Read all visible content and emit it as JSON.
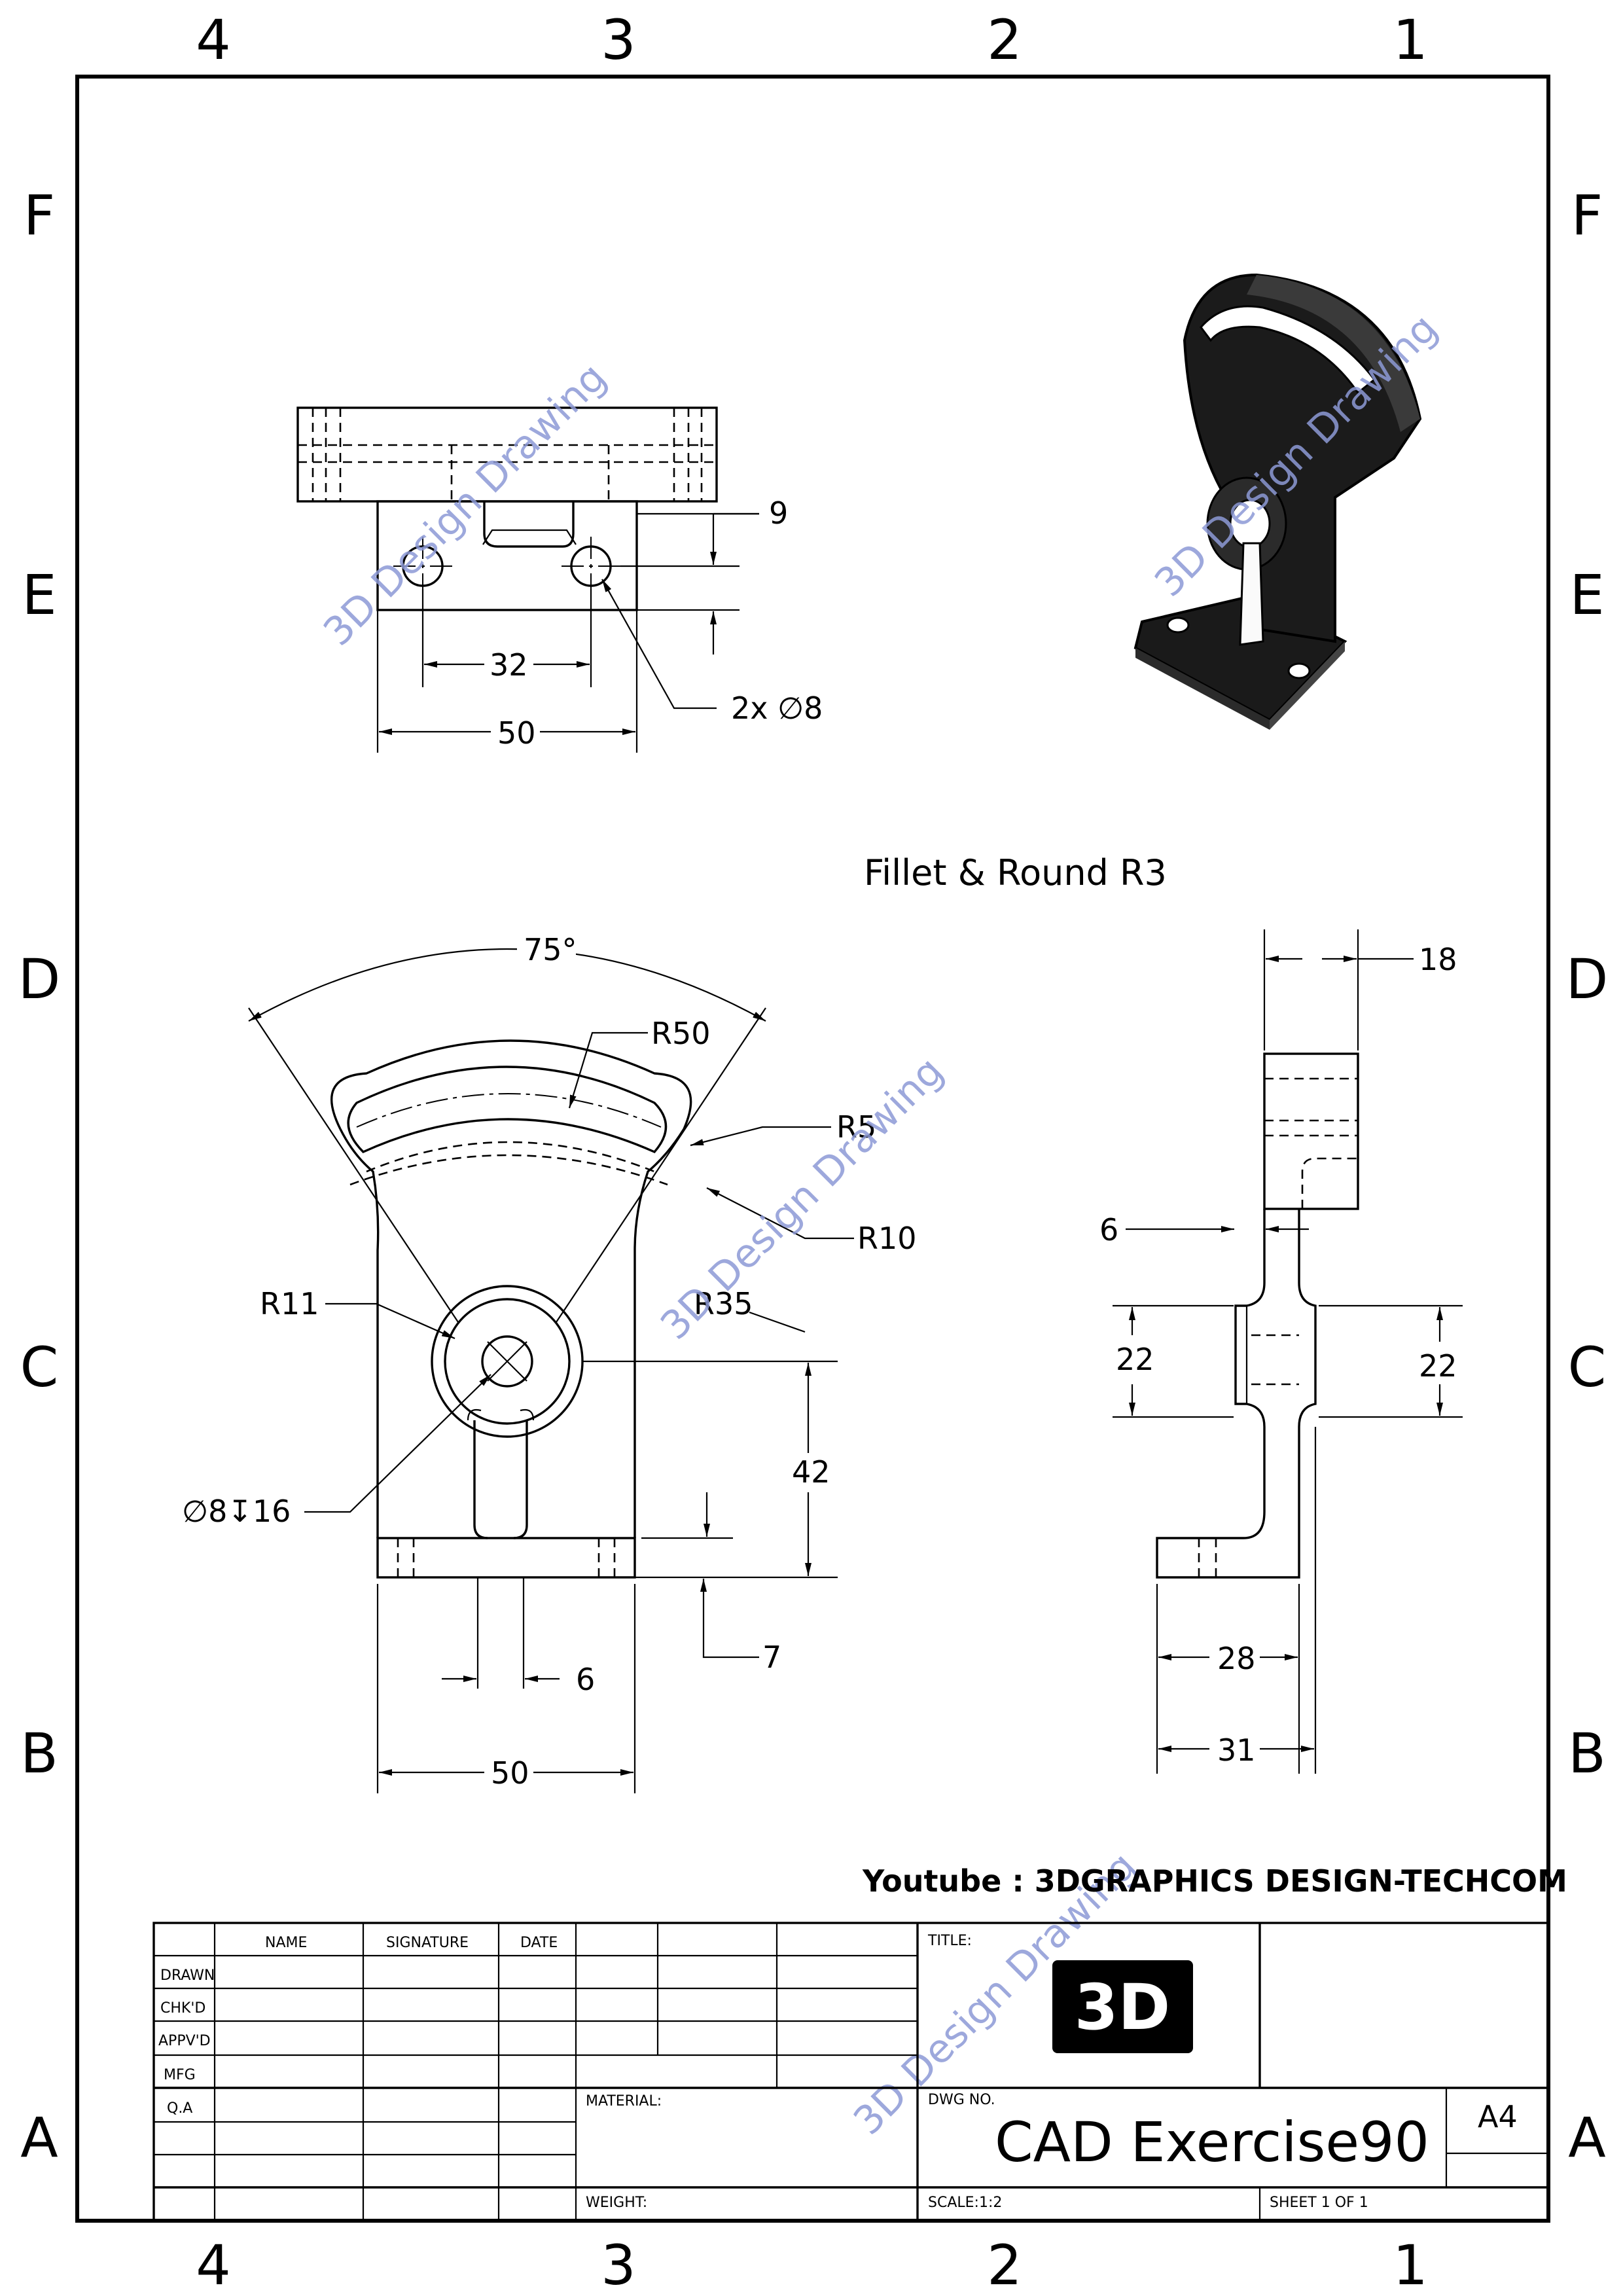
{
  "sheet": {
    "column_labels": [
      "4",
      "3",
      "2",
      "1"
    ],
    "row_labels": [
      "F",
      "E",
      "D",
      "C",
      "B",
      "A"
    ]
  },
  "note": "Fillet & Round R3",
  "youtube": "Youtube : 3DGRAPHICS DESIGN-TECHCOM",
  "watermark": "3D Design Drawing",
  "top_view_dims": {
    "hole_offset": "9",
    "hole_spacing": "32",
    "base_width": "50",
    "holes": "2x ∅8"
  },
  "front_view_dims": {
    "angle": "75°",
    "r50": "R50",
    "r5": "R5",
    "r10": "R10",
    "r11": "R11",
    "r35": "R35",
    "hole": "∅8↧16",
    "height": "42",
    "base_thk": "7",
    "slot": "6",
    "width": "50"
  },
  "side_view_dims": {
    "top_width": "18",
    "web": "6",
    "boss_left": "22",
    "boss_right": "22",
    "base": "28",
    "total": "31"
  },
  "title_block": {
    "col_headers": [
      "NAME",
      "SIGNATURE",
      "DATE"
    ],
    "rows": [
      "DRAWN",
      "CHK'D",
      "APPV'D",
      "MFG",
      "Q.A"
    ],
    "title_label": "TITLE:",
    "logo_text": "3D",
    "dwg_no_label": "DWG NO.",
    "dwg_no": "CAD Exercise90",
    "size": "A4",
    "material_label": "MATERIAL:",
    "weight_label": "WEIGHT:",
    "scale": "SCALE:1:2",
    "sheet": "SHEET 1 OF 1"
  }
}
